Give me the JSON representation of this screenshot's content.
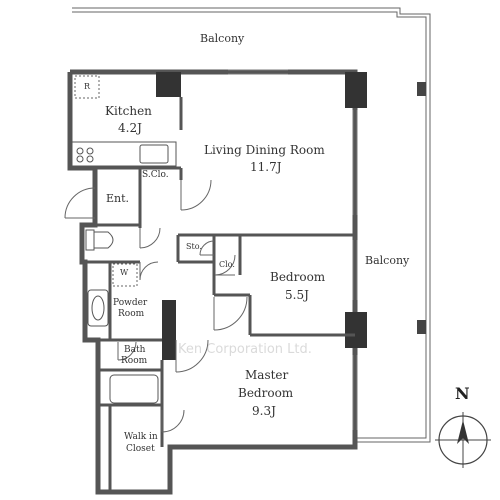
{
  "rooms": {
    "balcony_top": "Balcony",
    "balcony_right": "Balcony",
    "kitchen_name": "Kitchen",
    "kitchen_size": "4.2J",
    "kitchen_fridge": "R",
    "living_name": "Living Dining Room",
    "living_size": "11.7J",
    "entrance": "Ent.",
    "shoe_closet": "S.Clo.",
    "storage": "Sto.",
    "closet": "Clo.",
    "bedroom_name": "Bedroom",
    "bedroom_size": "5.5J",
    "washer": "W",
    "powder_room_line1": "Powder",
    "powder_room_line2": "Room",
    "bath_room_line1": "Bath",
    "bath_room_line2": "Room",
    "master_line1": "Master",
    "master_line2": "Bedroom",
    "master_size": "9.3J",
    "walkin_line1": "Walk in",
    "walkin_line2": "Closet"
  },
  "watermark": "Ken Corporation Ltd.",
  "compass": {
    "label": "N"
  },
  "colors": {
    "wall": "#555555",
    "column": "#333333",
    "line": "#444444"
  }
}
